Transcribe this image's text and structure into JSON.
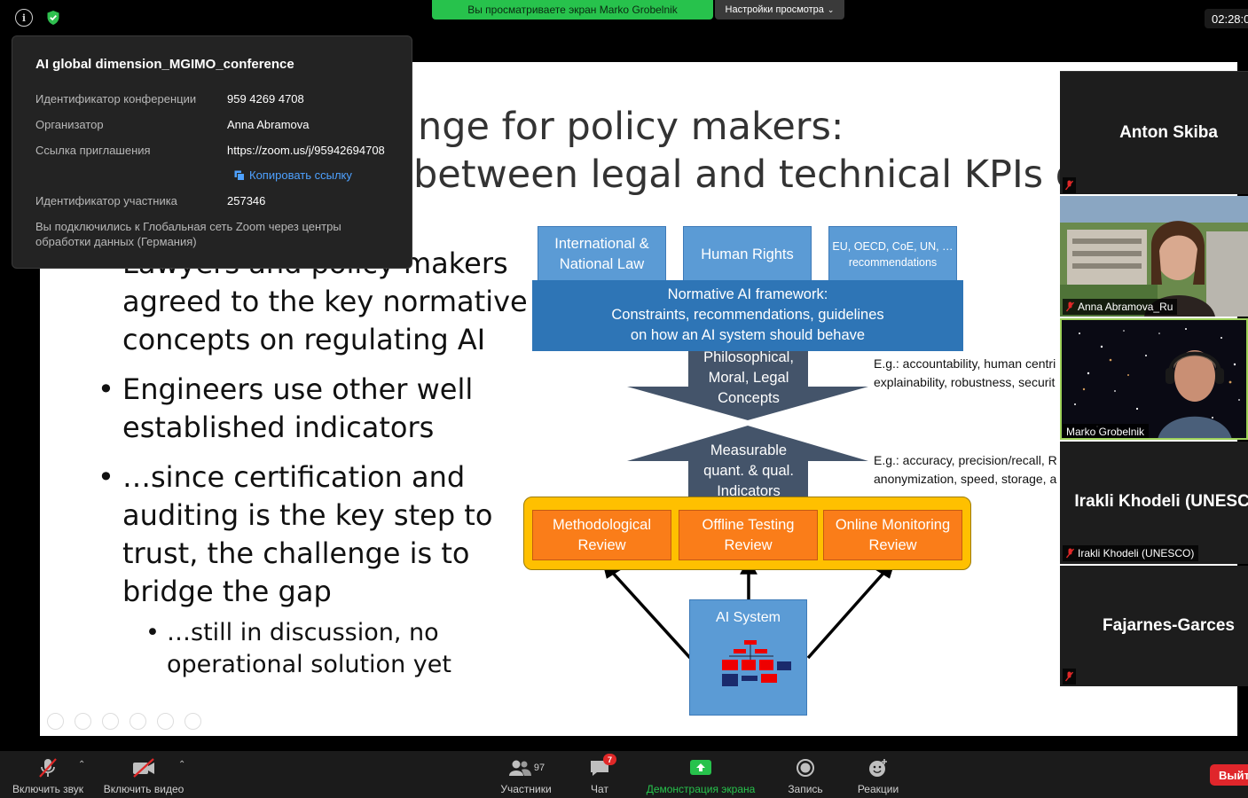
{
  "top": {
    "sharing_banner": "Вы просматриваете экран Marko Grobelnik",
    "view_options": "Настройки просмотра",
    "clock": "02:28:0"
  },
  "meeting_info": {
    "title": "AI global dimension_MGIMO_conference",
    "id_label": "Идентификатор конференции",
    "id_value": "959 4269 4708",
    "host_label": "Организатор",
    "host_value": "Anna Abramova",
    "invite_label": "Ссылка приглашения",
    "invite_value": "https://zoom.us/j/95942694708",
    "copy_link": "Копировать ссылку",
    "participant_label": "Идентификатор участника",
    "participant_value": "257346",
    "note": "Вы подключились к Глобальная сеть Zoom через центры обработки данных (Германия)"
  },
  "slide": {
    "title_line1": "nge for policy makers:",
    "title_line2": "between legal and technical KPIs of A",
    "bullet1_partial": "Lawyers and policy makers",
    "bullet1_line2": "agreed to the key normative",
    "bullet1_line3": "concepts on regulating AI",
    "bullet2_line1": "Engineers use other well",
    "bullet2_line2": "established indicators",
    "bullet3_line1": "…since certification and",
    "bullet3_line2": "auditing is the key step to",
    "bullet3_line3": "trust, the challenge is to",
    "bullet3_line4": "bridge the gap",
    "sub_line1": "…still in discussion, no",
    "sub_line2": "operational solution yet",
    "bullet_symbol": "•"
  },
  "diagram": {
    "law_l1": "International &",
    "law_l2": "National Law",
    "rights": "Human Rights",
    "eu_l1": "EU, OECD, CoE, UN, …",
    "eu_l2": "recommendations",
    "norm_l1": "Normative AI framework:",
    "norm_l2": "Constraints, recommendations, guidelines",
    "norm_l3": "on how an AI system should behave",
    "phil_l1": "Philosophical,",
    "phil_l2": "Moral, Legal",
    "phil_l3": "Concepts",
    "eg1_l1": "E.g.: accountability, human centri",
    "eg1_l2": "explainability, robustness, securit",
    "meas_l1": "Measurable",
    "meas_l2": "quant. & qual.",
    "meas_l3": "Indicators",
    "eg2_l1": "E.g.: accuracy, precision/recall, R",
    "eg2_l2": "anonymization, speed, storage, a",
    "method_l1": "Methodological",
    "method_l2": "Review",
    "offline_l1": "Offline Testing",
    "offline_l2": "Review",
    "online_l1": "Online Monitoring",
    "online_l2": "Review",
    "ai_system": "AI System"
  },
  "participants": [
    {
      "name": "Anton Skiba",
      "video": false
    },
    {
      "name": "Anna Abramova_Ru",
      "video": true
    },
    {
      "name": "Marko Grobelnik",
      "video": true
    },
    {
      "name": "Irakli Khodeli (UNESCO",
      "tag": "Irakli Khodeli (UNESCO)",
      "video": false
    },
    {
      "name": "Fajarnes-Garces",
      "video": false
    }
  ],
  "toolbar": {
    "unmute": "Включить звук",
    "start_video": "Включить видео",
    "participants": "Участники",
    "participants_count": "97",
    "chat": "Чат",
    "chat_badge": "7",
    "share": "Демонстрация экрана",
    "record": "Запись",
    "reactions": "Реакции",
    "leave": "Выйт"
  },
  "colors": {
    "share_green": "#27c24c",
    "leave_red": "#e0262b",
    "diagram_blue": "#2e75b6",
    "diagram_orange": "#fa7d19",
    "frame_yellow": "#ffc000"
  }
}
